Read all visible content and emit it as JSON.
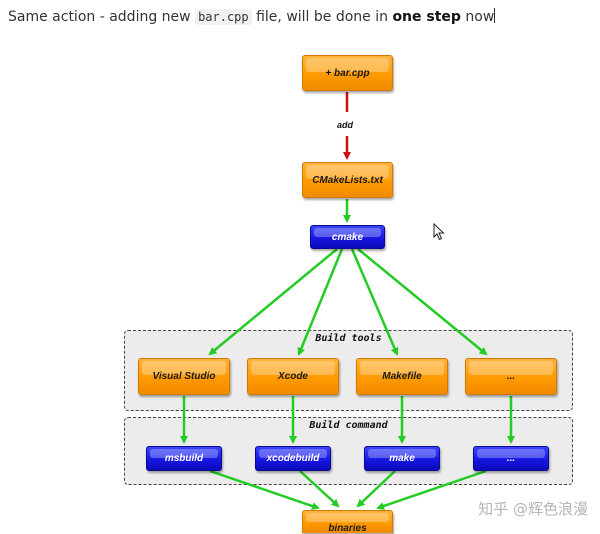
{
  "intro": {
    "before": "Same action - adding new ",
    "code": "bar.cpp",
    "middle": " file, will be done in ",
    "strong": "one step",
    "after": " now"
  },
  "diagram": {
    "nodes": {
      "bar_cpp": "+ bar.cpp",
      "cmakelists": "CMakeLists.txt",
      "cmake": "cmake",
      "visual_studio": "Visual Studio",
      "xcode": "Xcode",
      "makefile": "Makefile",
      "other_tool": "...",
      "msbuild": "msbuild",
      "xcodebuild": "xcodebuild",
      "make": "make",
      "other_cmd": "...",
      "binaries": "binaries"
    },
    "edge_add_label": "add",
    "groups": {
      "build_tools": "Build tools",
      "build_command": "Build command"
    },
    "colors": {
      "orange": "#ff9a00",
      "blue": "#1515e0",
      "green_arrow": "#22cc22",
      "red_arrow": "#cc1111"
    }
  },
  "watermark": {
    "text": "知乎 @辉色浪漫"
  }
}
